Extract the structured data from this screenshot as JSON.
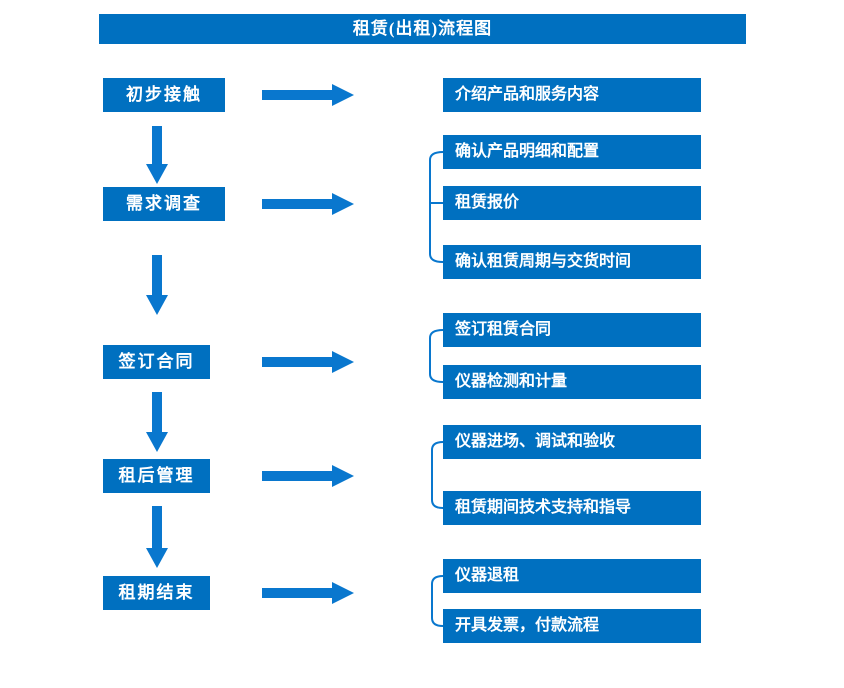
{
  "title": "租赁(出租)流程图",
  "colors": {
    "accent": "#0070C0",
    "arrow": "#0977CE",
    "text_on_accent": "#FFFFFF",
    "background": "#FFFFFF"
  },
  "steps": [
    {
      "label": "初步接触",
      "details": [
        "介绍产品和服务内容"
      ]
    },
    {
      "label": "需求调查",
      "details": [
        "确认产品明细和配置",
        "租赁报价",
        "确认租赁周期与交货时间"
      ]
    },
    {
      "label": "签订合同",
      "details": [
        "签订租赁合同",
        "仪器检测和计量"
      ]
    },
    {
      "label": "租后管理",
      "details": [
        "仪器进场、调试和验收",
        "租赁期间技术支持和指导"
      ]
    },
    {
      "label": "租期结束",
      "details": [
        "仪器退租",
        "开具发票，付款流程"
      ]
    }
  ]
}
